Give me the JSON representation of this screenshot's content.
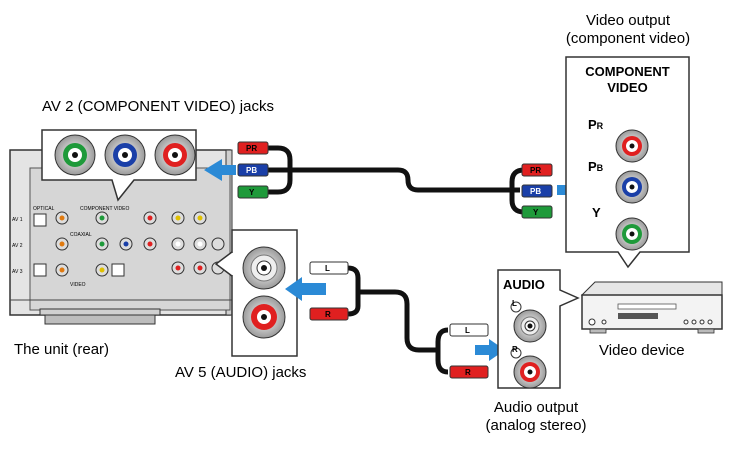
{
  "labels": {
    "video_output_line1": "Video output",
    "video_output_line2": "(component video)",
    "av2_jacks": "AV 2 (COMPONENT VIDEO) jacks",
    "unit_rear": "The unit (rear)",
    "av5_jacks": "AV 5 (AUDIO) jacks",
    "video_device": "Video device",
    "audio_output_line1": "Audio output",
    "audio_output_line2": "(analog stereo)"
  },
  "component_panel": {
    "title_line1": "COMPONENT",
    "title_line2": "VIDEO",
    "pr_main": "P",
    "pr_sub": "R",
    "pb_main": "P",
    "pb_sub": "B",
    "y": "Y"
  },
  "audio_panel": {
    "title": "AUDIO",
    "left": "L",
    "right": "R"
  },
  "plugs": {
    "pr": "PR",
    "pb": "PB",
    "y": "Y",
    "l": "L",
    "r": "R"
  },
  "unit_panel_text": {
    "av1": "AV 1",
    "av2": "AV 2",
    "av3": "AV 3",
    "optical": "OPTICAL",
    "component_video": "COMPONENT VIDEO",
    "coaxial": "COAXIAL",
    "video": "VIDEO"
  },
  "colors": {
    "red": "#e02020",
    "blue": "#1a3fa8",
    "green": "#1e9a3a",
    "arrow": "#2b8ad6",
    "panel_gray": "#d9d9d9",
    "cable": "#111111"
  }
}
